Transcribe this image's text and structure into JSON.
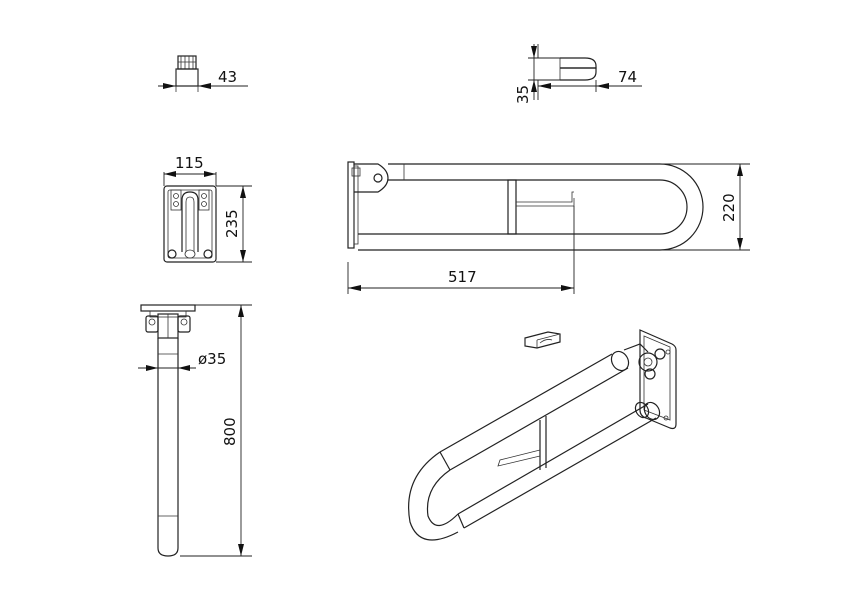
{
  "drawing": {
    "dimensions": {
      "top_thickness": "43",
      "end_height": "35",
      "end_length": "74",
      "plate_width": "115",
      "plate_height": "235",
      "total_height": "220",
      "toilet_roll_offset": "517",
      "tube_diameter": "ø35",
      "total_length": "800"
    }
  }
}
